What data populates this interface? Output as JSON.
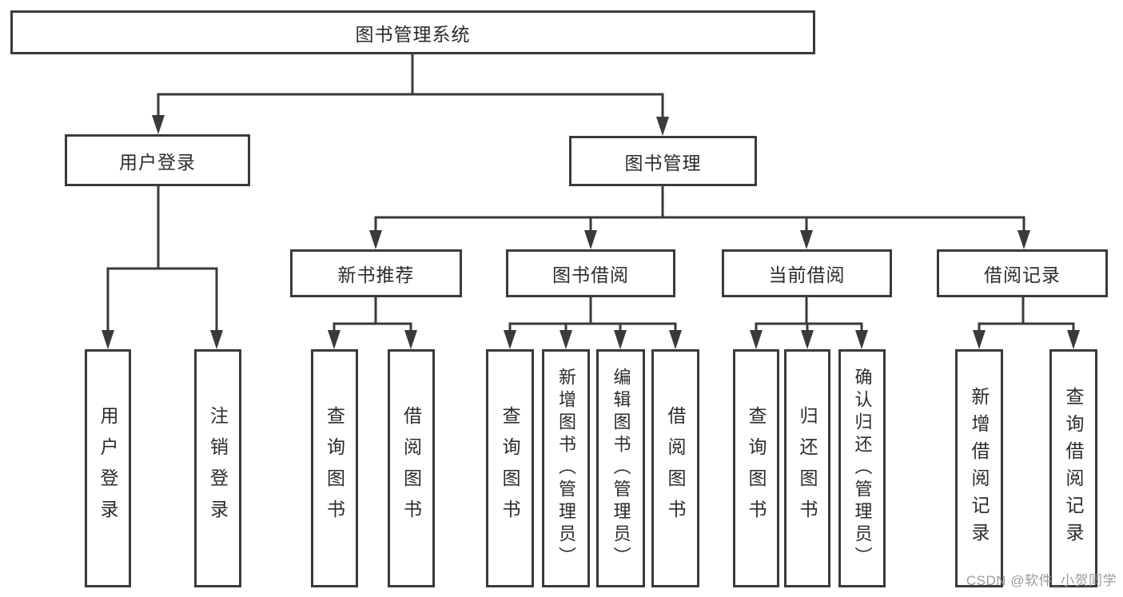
{
  "page": {
    "background": "#ffffff",
    "line_color": "#3a3a3a",
    "text_color": "#2b2b2b"
  },
  "watermark": {
    "text": "CSDN @软件_小贺同学",
    "color": "#9b9b9b"
  },
  "tree": {
    "root": {
      "label": "图书管理系统"
    },
    "branches": [
      {
        "label": "用户登录",
        "children": [
          {
            "label": "用户登录"
          },
          {
            "label": "注销登录"
          }
        ]
      },
      {
        "label": "图书管理",
        "children": [
          {
            "label": "新书推荐",
            "children": [
              {
                "label": "查询图书"
              },
              {
                "label": "借阅图书"
              }
            ]
          },
          {
            "label": "图书借阅",
            "children": [
              {
                "label": "查询图书"
              },
              {
                "label": "新增图书（管理员）"
              },
              {
                "label": "编辑图书（管理员）"
              },
              {
                "label": "借阅图书"
              }
            ]
          },
          {
            "label": "当前借阅",
            "children": [
              {
                "label": "查询图书"
              },
              {
                "label": "归还图书"
              },
              {
                "label": "确认归还（管理员）"
              }
            ]
          },
          {
            "label": "借阅记录",
            "children": [
              {
                "label": "新增借阅记录"
              },
              {
                "label": "查询借阅记录"
              }
            ]
          }
        ]
      }
    ]
  }
}
